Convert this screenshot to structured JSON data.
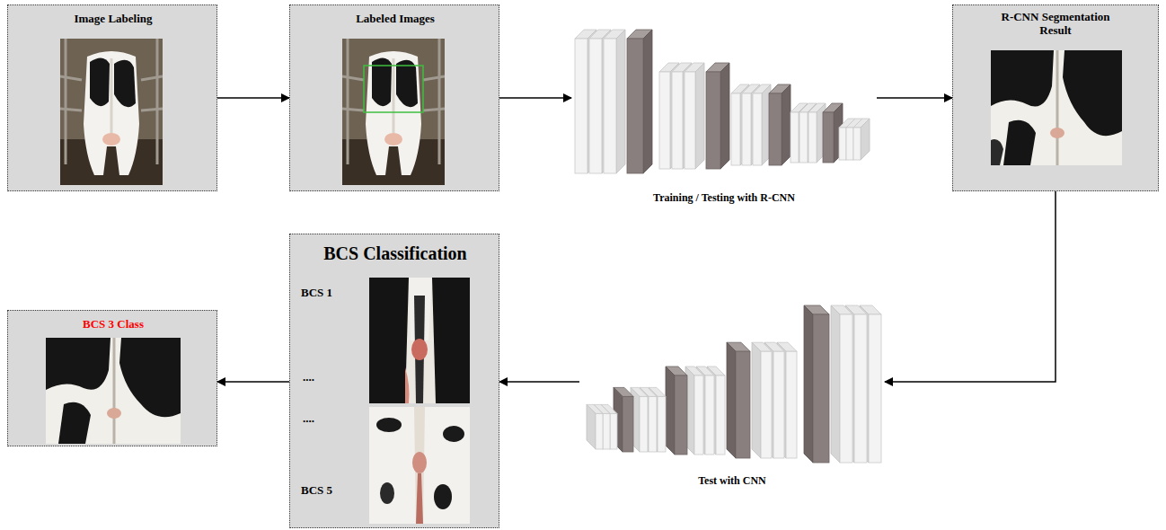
{
  "diagram": {
    "nodes": [
      {
        "text": [
          "Image Labeling"
        ]
      },
      {
        "text": [
          "Labeled Images"
        ]
      },
      {
        "text": [
          "Training / Testing with R-CNN"
        ]
      },
      {
        "text": [
          "R-CNN Segmentation Result"
        ]
      },
      {
        "text": [
          "Test with CNN"
        ]
      },
      {
        "text": [
          "BCS Classification",
          "BCS 1",
          "....",
          "....",
          "BCS 5"
        ]
      },
      {
        "text": [
          "BCS 3 Class"
        ]
      }
    ],
    "edges": [
      {
        "from": 0,
        "to": 1,
        "arrow": "to"
      },
      {
        "from": 1,
        "to": 2,
        "arrow": "to"
      },
      {
        "from": 2,
        "to": 3,
        "arrow": "to"
      },
      {
        "from": 3,
        "to": 4,
        "arrow": "to"
      },
      {
        "from": 4,
        "to": 5,
        "arrow": "to"
      },
      {
        "from": 5,
        "to": 6,
        "arrow": "to"
      }
    ]
  }
}
